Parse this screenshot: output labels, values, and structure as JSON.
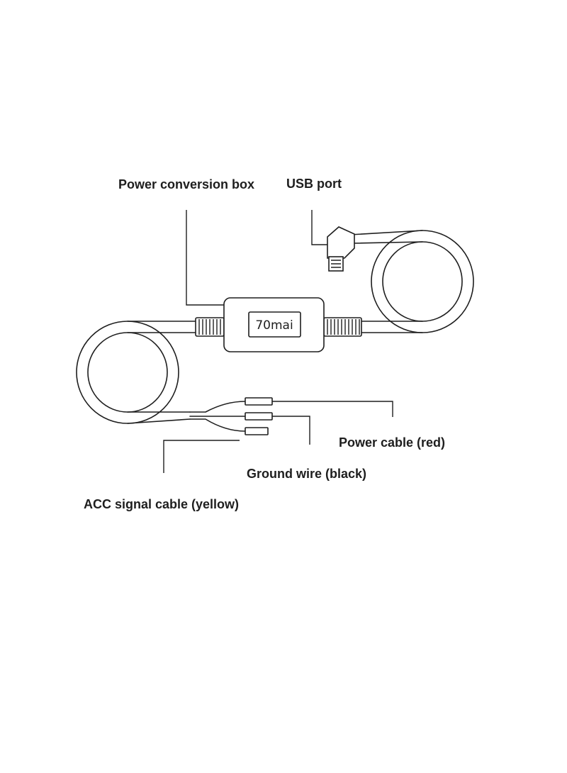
{
  "diagram": {
    "labels": {
      "power_box": "Power conversion box",
      "usb_port": "USB port",
      "power_cable": "Power cable (red)",
      "ground_wire": "Ground wire (black)",
      "acc_cable": "ACC signal cable (yellow)"
    },
    "brand": "70mai"
  }
}
